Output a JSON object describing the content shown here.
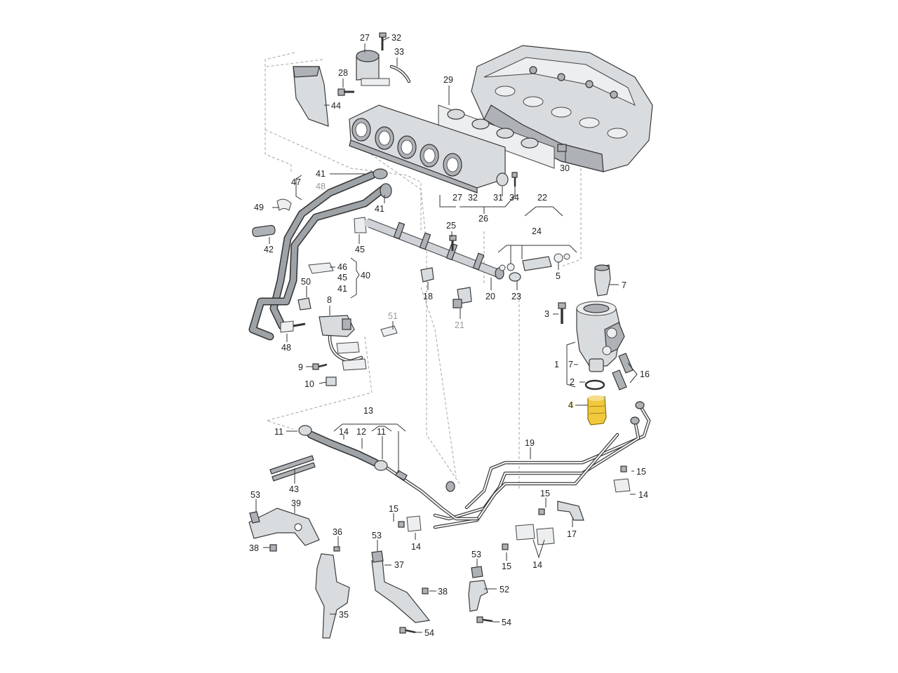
{
  "callouts": [
    {
      "id": "c27a",
      "text": "27"
    },
    {
      "id": "c32a",
      "text": "32"
    },
    {
      "id": "c33",
      "text": "33"
    },
    {
      "id": "c28",
      "text": "28"
    },
    {
      "id": "c29",
      "text": "29"
    },
    {
      "id": "c44",
      "text": "44"
    },
    {
      "id": "c30",
      "text": "30"
    },
    {
      "id": "c41a",
      "text": "41"
    },
    {
      "id": "c47",
      "text": "47"
    },
    {
      "id": "c48a",
      "text": "48"
    },
    {
      "id": "c49",
      "text": "49"
    },
    {
      "id": "c41b",
      "text": "41"
    },
    {
      "id": "c27b",
      "text": "27"
    },
    {
      "id": "c32b",
      "text": "32"
    },
    {
      "id": "c31",
      "text": "31"
    },
    {
      "id": "c34",
      "text": "34"
    },
    {
      "id": "c26",
      "text": "26"
    },
    {
      "id": "c22",
      "text": "22"
    },
    {
      "id": "c42",
      "text": "42"
    },
    {
      "id": "c45a",
      "text": "45"
    },
    {
      "id": "c25",
      "text": "25"
    },
    {
      "id": "c24",
      "text": "24"
    },
    {
      "id": "c46",
      "text": "46"
    },
    {
      "id": "c45b",
      "text": "45"
    },
    {
      "id": "c41c",
      "text": "41"
    },
    {
      "id": "c40",
      "text": "40"
    },
    {
      "id": "c5",
      "text": "5"
    },
    {
      "id": "c7a",
      "text": "7"
    },
    {
      "id": "c50",
      "text": "50"
    },
    {
      "id": "c18",
      "text": "18"
    },
    {
      "id": "c20",
      "text": "20"
    },
    {
      "id": "c23",
      "text": "23"
    },
    {
      "id": "c8",
      "text": "8"
    },
    {
      "id": "c3",
      "text": "3"
    },
    {
      "id": "c21",
      "text": "21"
    },
    {
      "id": "c51",
      "text": "51"
    },
    {
      "id": "c48b",
      "text": "48"
    },
    {
      "id": "c1",
      "text": "1"
    },
    {
      "id": "c7b",
      "text": "7"
    },
    {
      "id": "c16",
      "text": "16"
    },
    {
      "id": "c9",
      "text": "9"
    },
    {
      "id": "c2",
      "text": "2"
    },
    {
      "id": "c10",
      "text": "10"
    },
    {
      "id": "c4",
      "text": "4"
    },
    {
      "id": "c13",
      "text": "13"
    },
    {
      "id": "c11a",
      "text": "11"
    },
    {
      "id": "c14a",
      "text": "14"
    },
    {
      "id": "c12",
      "text": "12"
    },
    {
      "id": "c11b",
      "text": "11"
    },
    {
      "id": "c19",
      "text": "19"
    },
    {
      "id": "c43",
      "text": "43"
    },
    {
      "id": "c15a",
      "text": "15"
    },
    {
      "id": "c14b",
      "text": "14"
    },
    {
      "id": "c53a",
      "text": "53"
    },
    {
      "id": "c39",
      "text": "39"
    },
    {
      "id": "c15b",
      "text": "15"
    },
    {
      "id": "c15c",
      "text": "15"
    },
    {
      "id": "c38a",
      "text": "38"
    },
    {
      "id": "c36",
      "text": "36"
    },
    {
      "id": "c53b",
      "text": "53"
    },
    {
      "id": "c14c",
      "text": "14"
    },
    {
      "id": "c17",
      "text": "17"
    },
    {
      "id": "c37",
      "text": "37"
    },
    {
      "id": "c53c",
      "text": "53"
    },
    {
      "id": "c15d",
      "text": "15"
    },
    {
      "id": "c14d",
      "text": "14"
    },
    {
      "id": "c38b",
      "text": "38"
    },
    {
      "id": "c52",
      "text": "52"
    },
    {
      "id": "c35",
      "text": "35"
    },
    {
      "id": "c54a",
      "text": "54"
    },
    {
      "id": "c54b",
      "text": "54"
    }
  ],
  "highlighted_part": "4",
  "colors": {
    "highlight": "#f0c93c",
    "line": "#333333",
    "dashed": "#9a9a9a",
    "background": "#ffffff"
  }
}
